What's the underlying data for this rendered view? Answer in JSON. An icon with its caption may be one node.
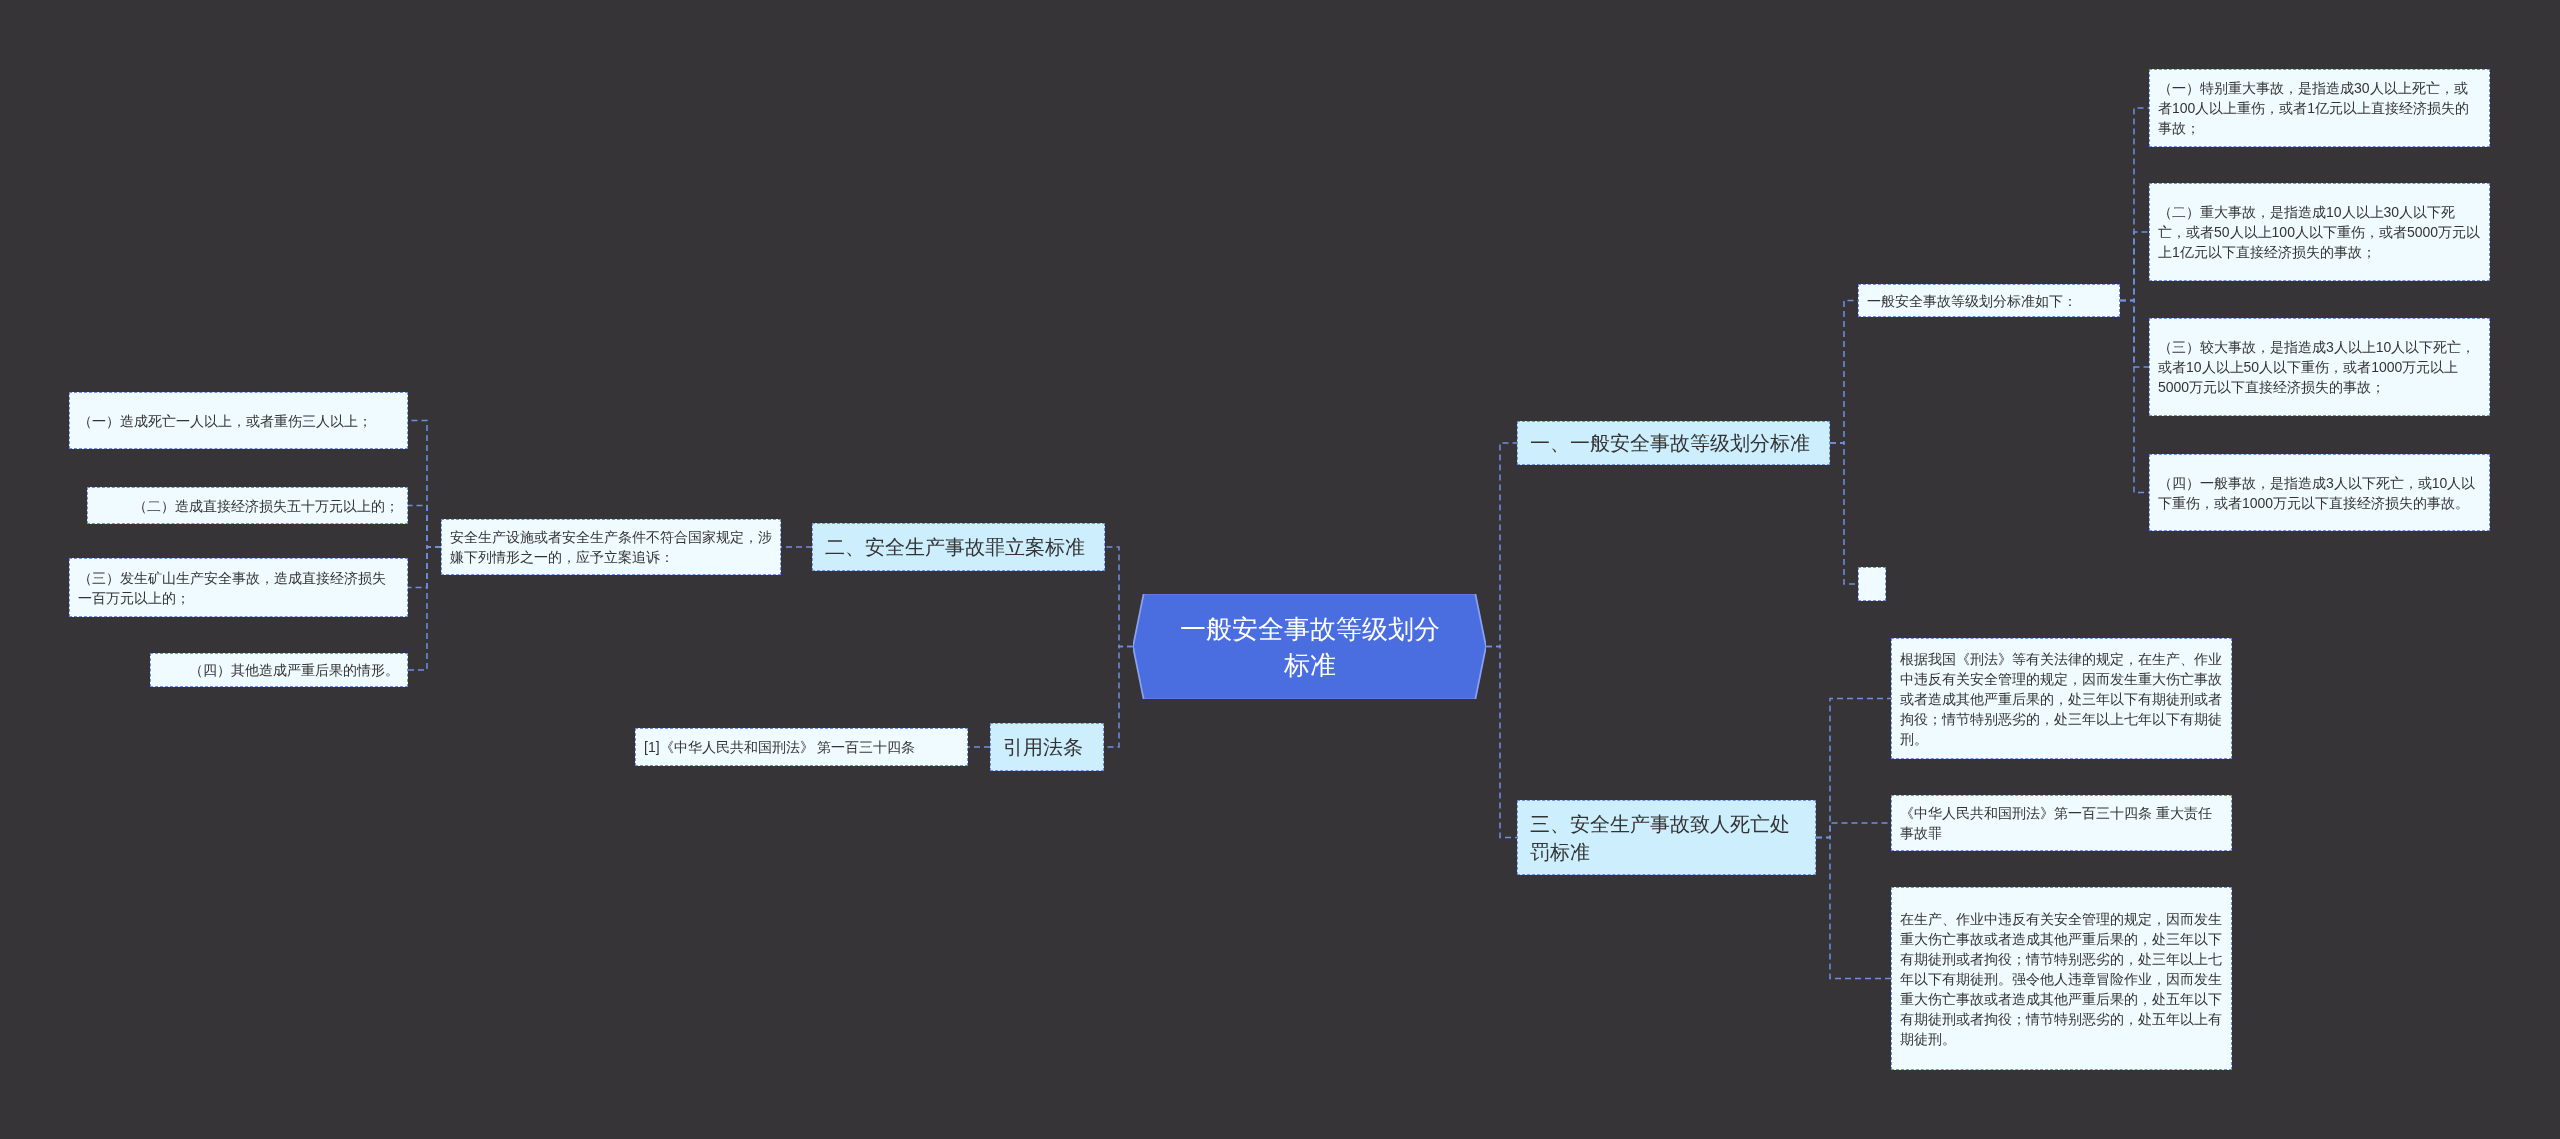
{
  "diagram": {
    "nodes": [
      {
        "text": [
          "一般安全事故等级划分标准"
        ]
      },
      {
        "text": [
          "一、一般安全事故等级划分标准"
        ]
      },
      {
        "text": [
          "一般安全事故等级划分标准如下："
        ]
      },
      {
        "text": [
          "（一）特别重大事故，是指造成30人以上死亡，或者100人以上重伤，或者1亿元以上直接经济损失的事故；"
        ]
      },
      {
        "text": [
          "（二）重大事故，是指造成10人以上30人以下死亡，或者50人以上100人以下重伤，或者5000万元以上1亿元以下直接经济损失的事故；"
        ]
      },
      {
        "text": [
          "（三）较大事故，是指造成3人以上10人以下死亡，或者10人以上50人以下重伤，或者1000万元以上5000万元以下直接经济损失的事故；"
        ]
      },
      {
        "text": [
          "（四）一般事故，是指造成3人以下死亡，或10人以下重伤，或者1000万元以下直接经济损失的事故。"
        ]
      },
      {
        "text": [],
        "shape": "box"
      },
      {
        "text": [
          "三、安全生产事故致人死亡处罚标准"
        ]
      },
      {
        "text": [
          "根据我国《刑法》等有关法律的规定，在生产、作业中违反有关安全管理的规定，因而发生重大伤亡事故或者造成其他严重后果的，处三年以下有期徒刑或者拘役；情节特别恶劣的，处三年以上七年以下有期徒刑。"
        ]
      },
      {
        "text": [
          "《中华人民共和国刑法》第一百三十四条 重大责任事故罪"
        ]
      },
      {
        "text": [
          "在生产、作业中违反有关安全管理的规定，因而发生重大伤亡事故或者造成其他严重后果的，处三年以下有期徒刑或者拘役；情节特别恶劣的，处三年以上七年以下有期徒刑。强令他人违章冒险作业，因而发生重大伤亡事故或者造成其他严重后果的，处五年以下有期徒刑或者拘役；情节特别恶劣的，处五年以上有期徒刑。"
        ]
      },
      {
        "text": [
          "二、安全生产事故罪立案标准"
        ]
      },
      {
        "text": [
          "安全生产设施或者安全生产条件不符合国家规定，涉嫌下列情形之一的，应予立案追诉："
        ]
      },
      {
        "text": [
          "（一）造成死亡一人以上，或者重伤三人以上；"
        ]
      },
      {
        "text": [
          "（二）造成直接经济损失五十万元以上的；"
        ]
      },
      {
        "text": [
          "（三）发生矿山生产安全事故，造成直接经济损失一百万元以上的；"
        ]
      },
      {
        "text": [
          "（四）其他造成严重后果的情形。"
        ]
      },
      {
        "text": [
          "引用法条"
        ]
      },
      {
        "text": [
          "[1]《中华人民共和国刑法》 第一百三十四条"
        ]
      }
    ],
    "edges": [
      {
        "from": 0,
        "to": 1,
        "arrow": "none",
        "style": "dashed"
      },
      {
        "from": 1,
        "to": 2,
        "arrow": "none",
        "style": "dashed"
      },
      {
        "from": 2,
        "to": 3,
        "arrow": "none",
        "style": "dashed"
      },
      {
        "from": 2,
        "to": 4,
        "arrow": "none",
        "style": "dashed"
      },
      {
        "from": 2,
        "to": 5,
        "arrow": "none",
        "style": "dashed"
      },
      {
        "from": 2,
        "to": 6,
        "arrow": "none",
        "style": "dashed"
      },
      {
        "from": 1,
        "to": 7,
        "arrow": "none",
        "style": "dashed"
      },
      {
        "from": 0,
        "to": 8,
        "arrow": "none",
        "style": "dashed"
      },
      {
        "from": 8,
        "to": 9,
        "arrow": "none",
        "style": "dashed"
      },
      {
        "from": 8,
        "to": 10,
        "arrow": "none",
        "style": "dashed"
      },
      {
        "from": 8,
        "to": 11,
        "arrow": "none",
        "style": "dashed"
      },
      {
        "from": 0,
        "to": 12,
        "arrow": "none",
        "style": "dashed"
      },
      {
        "from": 12,
        "to": 13,
        "arrow": "none",
        "style": "dashed"
      },
      {
        "from": 13,
        "to": 14,
        "arrow": "none",
        "style": "dashed"
      },
      {
        "from": 13,
        "to": 15,
        "arrow": "none",
        "style": "dashed"
      },
      {
        "from": 13,
        "to": 16,
        "arrow": "none",
        "style": "dashed"
      },
      {
        "from": 13,
        "to": 17,
        "arrow": "none",
        "style": "dashed"
      },
      {
        "from": 0,
        "to": 18,
        "arrow": "none",
        "style": "dashed"
      },
      {
        "from": 18,
        "to": 19,
        "arrow": "none",
        "style": "dashed"
      }
    ]
  }
}
